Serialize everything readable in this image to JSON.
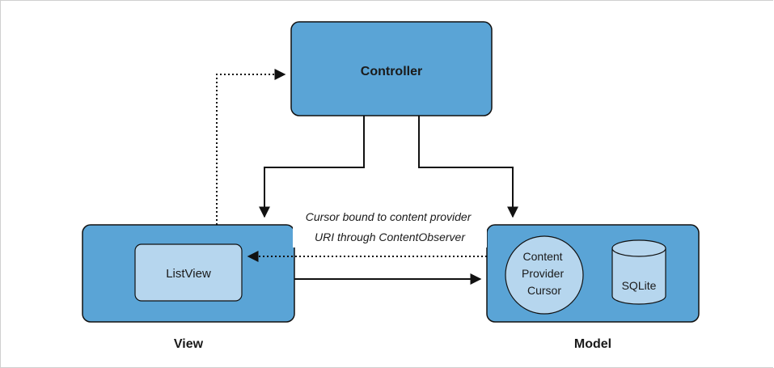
{
  "diagram": {
    "controller_label": "Controller",
    "view_label": "View",
    "model_label": "Model",
    "listview_label": "ListView",
    "content_provider_cursor_lines": [
      "Content",
      "Provider",
      "Cursor"
    ],
    "sqlite_label": "SQLite",
    "annotation_lines": [
      "Cursor bound to content provider",
      "URI through ContentObserver"
    ]
  },
  "colors": {
    "box_fill": "#5aa4d6",
    "box_stroke": "#111111",
    "inner_fill": "#b6d6ee",
    "arrow": "#111111"
  }
}
